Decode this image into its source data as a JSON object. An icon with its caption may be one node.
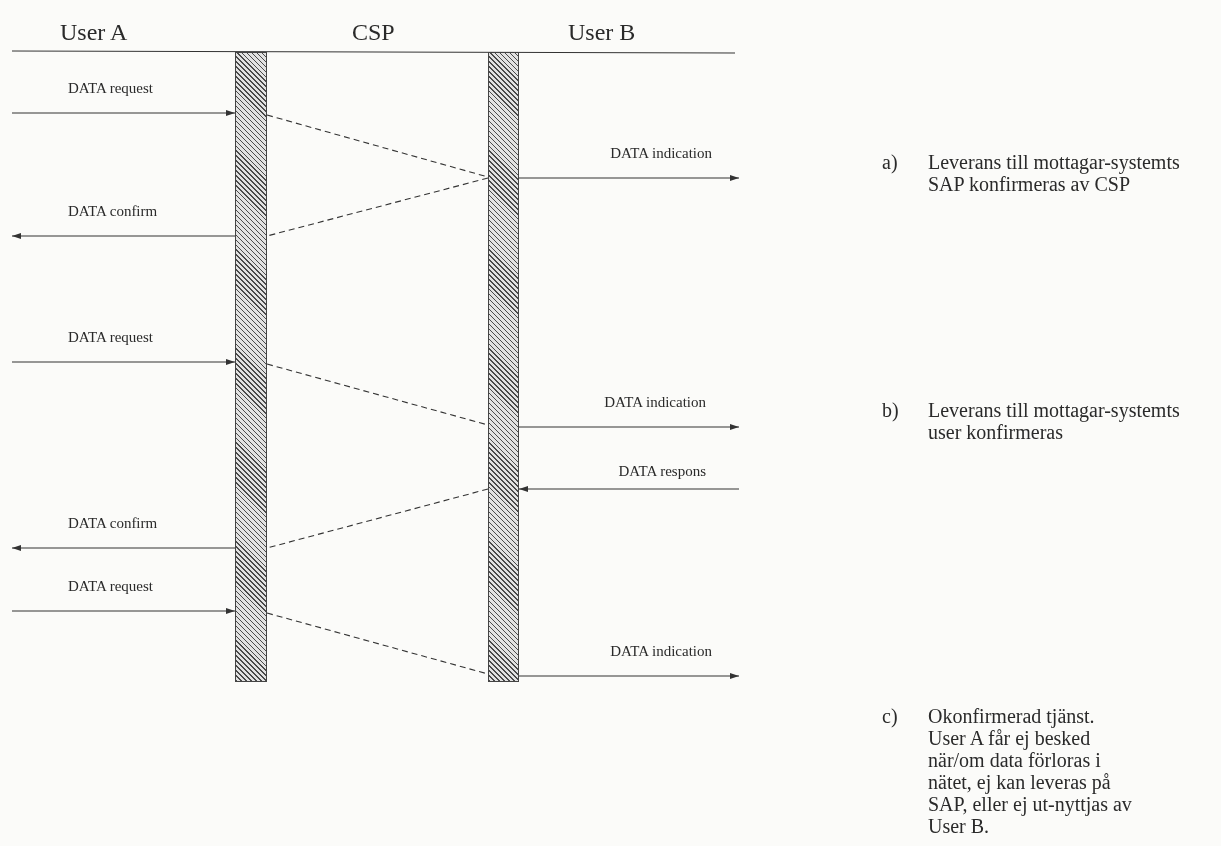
{
  "diagram": {
    "nodes": [
      {
        "text": [],
        "shape": "bar"
      },
      {
        "text": [],
        "shape": "bar"
      }
    ],
    "edges": [
      {
        "from": null,
        "to": 0,
        "arrow": "to",
        "label": "DATA request"
      },
      {
        "from": 0,
        "to": 1,
        "arrow": "none",
        "style": "dashed"
      },
      {
        "from": 1,
        "to": null,
        "arrow": "to",
        "label": "DATA indication"
      },
      {
        "from": 1,
        "to": 0,
        "arrow": "none",
        "style": "dashed"
      },
      {
        "from": 0,
        "to": null,
        "arrow": "to",
        "label": "DATA confirm"
      },
      {
        "from": null,
        "to": 0,
        "arrow": "to",
        "label": "DATA request"
      },
      {
        "from": 0,
        "to": 1,
        "arrow": "none",
        "style": "dashed"
      },
      {
        "from": 1,
        "to": null,
        "arrow": "to",
        "label": "DATA indication"
      },
      {
        "from": null,
        "to": 1,
        "arrow": "to",
        "label": "DATA respons"
      },
      {
        "from": 1,
        "to": 0,
        "arrow": "none",
        "style": "dashed"
      },
      {
        "from": 0,
        "to": null,
        "arrow": "to",
        "label": "DATA confirm"
      },
      {
        "from": null,
        "to": 0,
        "arrow": "to",
        "label": "DATA request"
      },
      {
        "from": 0,
        "to": 1,
        "arrow": "none",
        "style": "dashed"
      },
      {
        "from": 1,
        "to": null,
        "arrow": "to",
        "label": "DATA indication"
      }
    ],
    "labels": [
      "User A",
      "CSP",
      "User B",
      "a)",
      "Leverans till mottagar-systemts SAP konfirmeras av CSP",
      "b)",
      "Leverans till mottagar-systemts user konfirmeras",
      "c)",
      "Okonfirmerad tjänst. User A får ej besked när/om data förloras i nätet, ej kan leveras på SAP, eller ej ut-nyttjas av User B."
    ]
  }
}
